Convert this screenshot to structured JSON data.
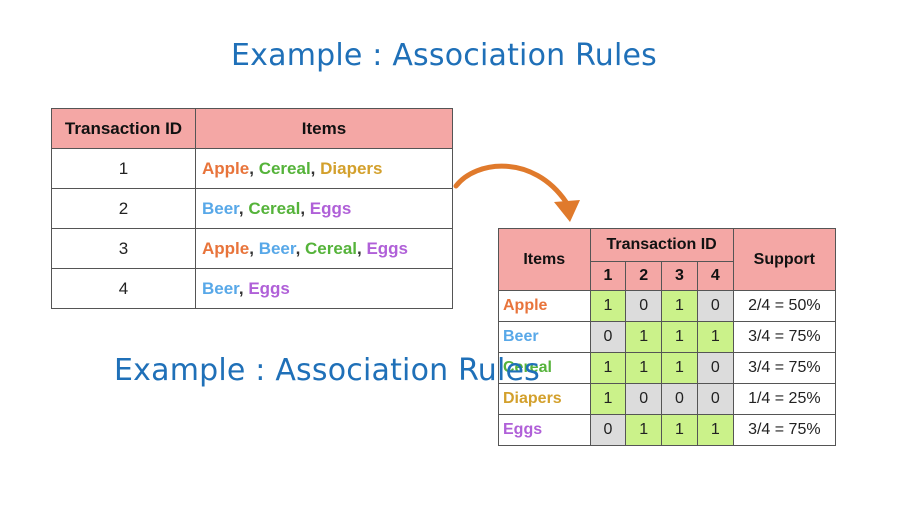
{
  "titles": {
    "top": "Example : Association Rules",
    "middle": "Example : Association Rules"
  },
  "colors": {
    "Apple": "#e8743b",
    "Cereal": "#55b33a",
    "Diapers": "#d3a02c",
    "Beer": "#58a8e8",
    "Eggs": "#b060d8",
    "present": "#cbf28a",
    "absent": "#dcdcdc",
    "header": "#f4a7a5",
    "title": "#1f70b8",
    "arrow": "#e07a2c"
  },
  "transactions_table": {
    "header_id": "Transaction ID",
    "header_items": "Items",
    "rows": [
      {
        "id": "1",
        "items": [
          "Apple",
          "Cereal",
          "Diapers"
        ]
      },
      {
        "id": "2",
        "items": [
          "Beer",
          "Cereal",
          "Eggs"
        ]
      },
      {
        "id": "3",
        "items": [
          "Apple",
          "Beer",
          "Cereal",
          "Eggs"
        ]
      },
      {
        "id": "4",
        "items": [
          "Beer",
          "Eggs"
        ]
      }
    ]
  },
  "support_table": {
    "header_items": "Items",
    "header_tid": "Transaction ID",
    "header_support": "Support",
    "tids": [
      "1",
      "2",
      "3",
      "4"
    ],
    "rows": [
      {
        "item": "Apple",
        "values": [
          "1",
          "0",
          "1",
          "0"
        ],
        "support": "2/4 = 50%"
      },
      {
        "item": "Beer",
        "values": [
          "0",
          "1",
          "1",
          "1"
        ],
        "support": "3/4 = 75%"
      },
      {
        "item": "Cereal",
        "values": [
          "1",
          "1",
          "1",
          "0"
        ],
        "support": "3/4 = 75%"
      },
      {
        "item": "Diapers",
        "values": [
          "1",
          "0",
          "0",
          "0"
        ],
        "support": "1/4 = 25%"
      },
      {
        "item": "Eggs",
        "values": [
          "0",
          "1",
          "1",
          "1"
        ],
        "support": "3/4 = 75%"
      }
    ]
  }
}
